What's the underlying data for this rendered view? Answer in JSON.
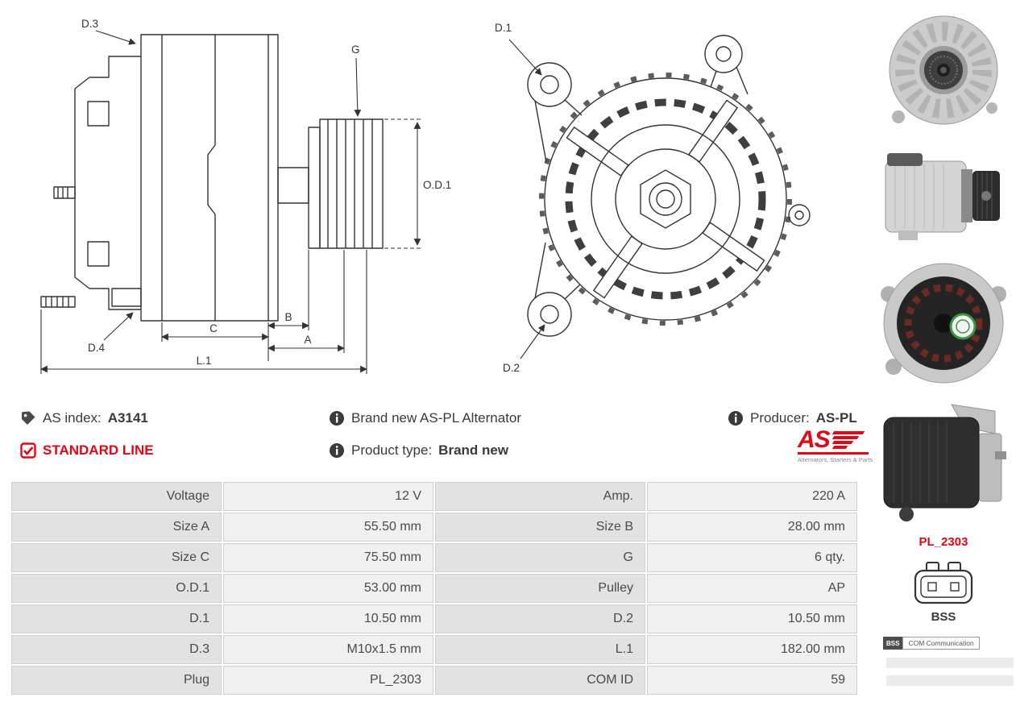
{
  "colors": {
    "accent_red": "#e30613",
    "line": "#333333"
  },
  "diagrams": {
    "side": {
      "d3": "D.3",
      "g": "G",
      "od1": "O.D.1",
      "d4": "D.4",
      "c": "C",
      "b": "B",
      "a": "A",
      "l1": "L.1"
    },
    "front": {
      "d1": "D.1",
      "d2": "D.2"
    }
  },
  "info": {
    "as_index_label": "AS index:",
    "as_index_value": "A3141",
    "standard_line_label": "STANDARD LINE",
    "brand_new_text": "Brand new AS-PL Alternator",
    "product_type_label": "Product type:",
    "product_type_value": "Brand new",
    "producer_label": "Producer:",
    "producer_value": "AS-PL",
    "logo_text": "AS",
    "logo_subtitle": "Alternators, Starters & Parts"
  },
  "sidebar": {
    "plug_code": "PL_2303",
    "plug_name": "BSS",
    "com_badge_label": "BSS",
    "com_badge_text": "COM Communication"
  },
  "table": {
    "rows": [
      {
        "l1": "Voltage",
        "v1": "12 V",
        "l2": "Amp.",
        "v2": "220 A"
      },
      {
        "l1": "Size A",
        "v1": "55.50 mm",
        "l2": "Size B",
        "v2": "28.00 mm"
      },
      {
        "l1": "Size C",
        "v1": "75.50 mm",
        "l2": "G",
        "v2": "6 qty."
      },
      {
        "l1": "O.D.1",
        "v1": "53.00 mm",
        "l2": "Pulley",
        "v2": "AP"
      },
      {
        "l1": "D.1",
        "v1": "10.50 mm",
        "l2": "D.2",
        "v2": "10.50 mm"
      },
      {
        "l1": "D.3",
        "v1": "M10x1.5 mm",
        "l2": "L.1",
        "v2": "182.00 mm"
      },
      {
        "l1": "Plug",
        "v1": "PL_2303",
        "l2": "COM ID",
        "v2": "59"
      }
    ]
  }
}
